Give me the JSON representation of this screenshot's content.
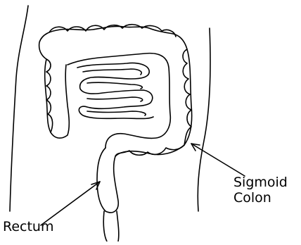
{
  "labels": {
    "sigmoid_line1": "Sigmoid",
    "sigmoid_line2": "Colon",
    "rectum": "Rectum"
  },
  "colors": {
    "ink": "#000000",
    "background": "#ffffff"
  }
}
